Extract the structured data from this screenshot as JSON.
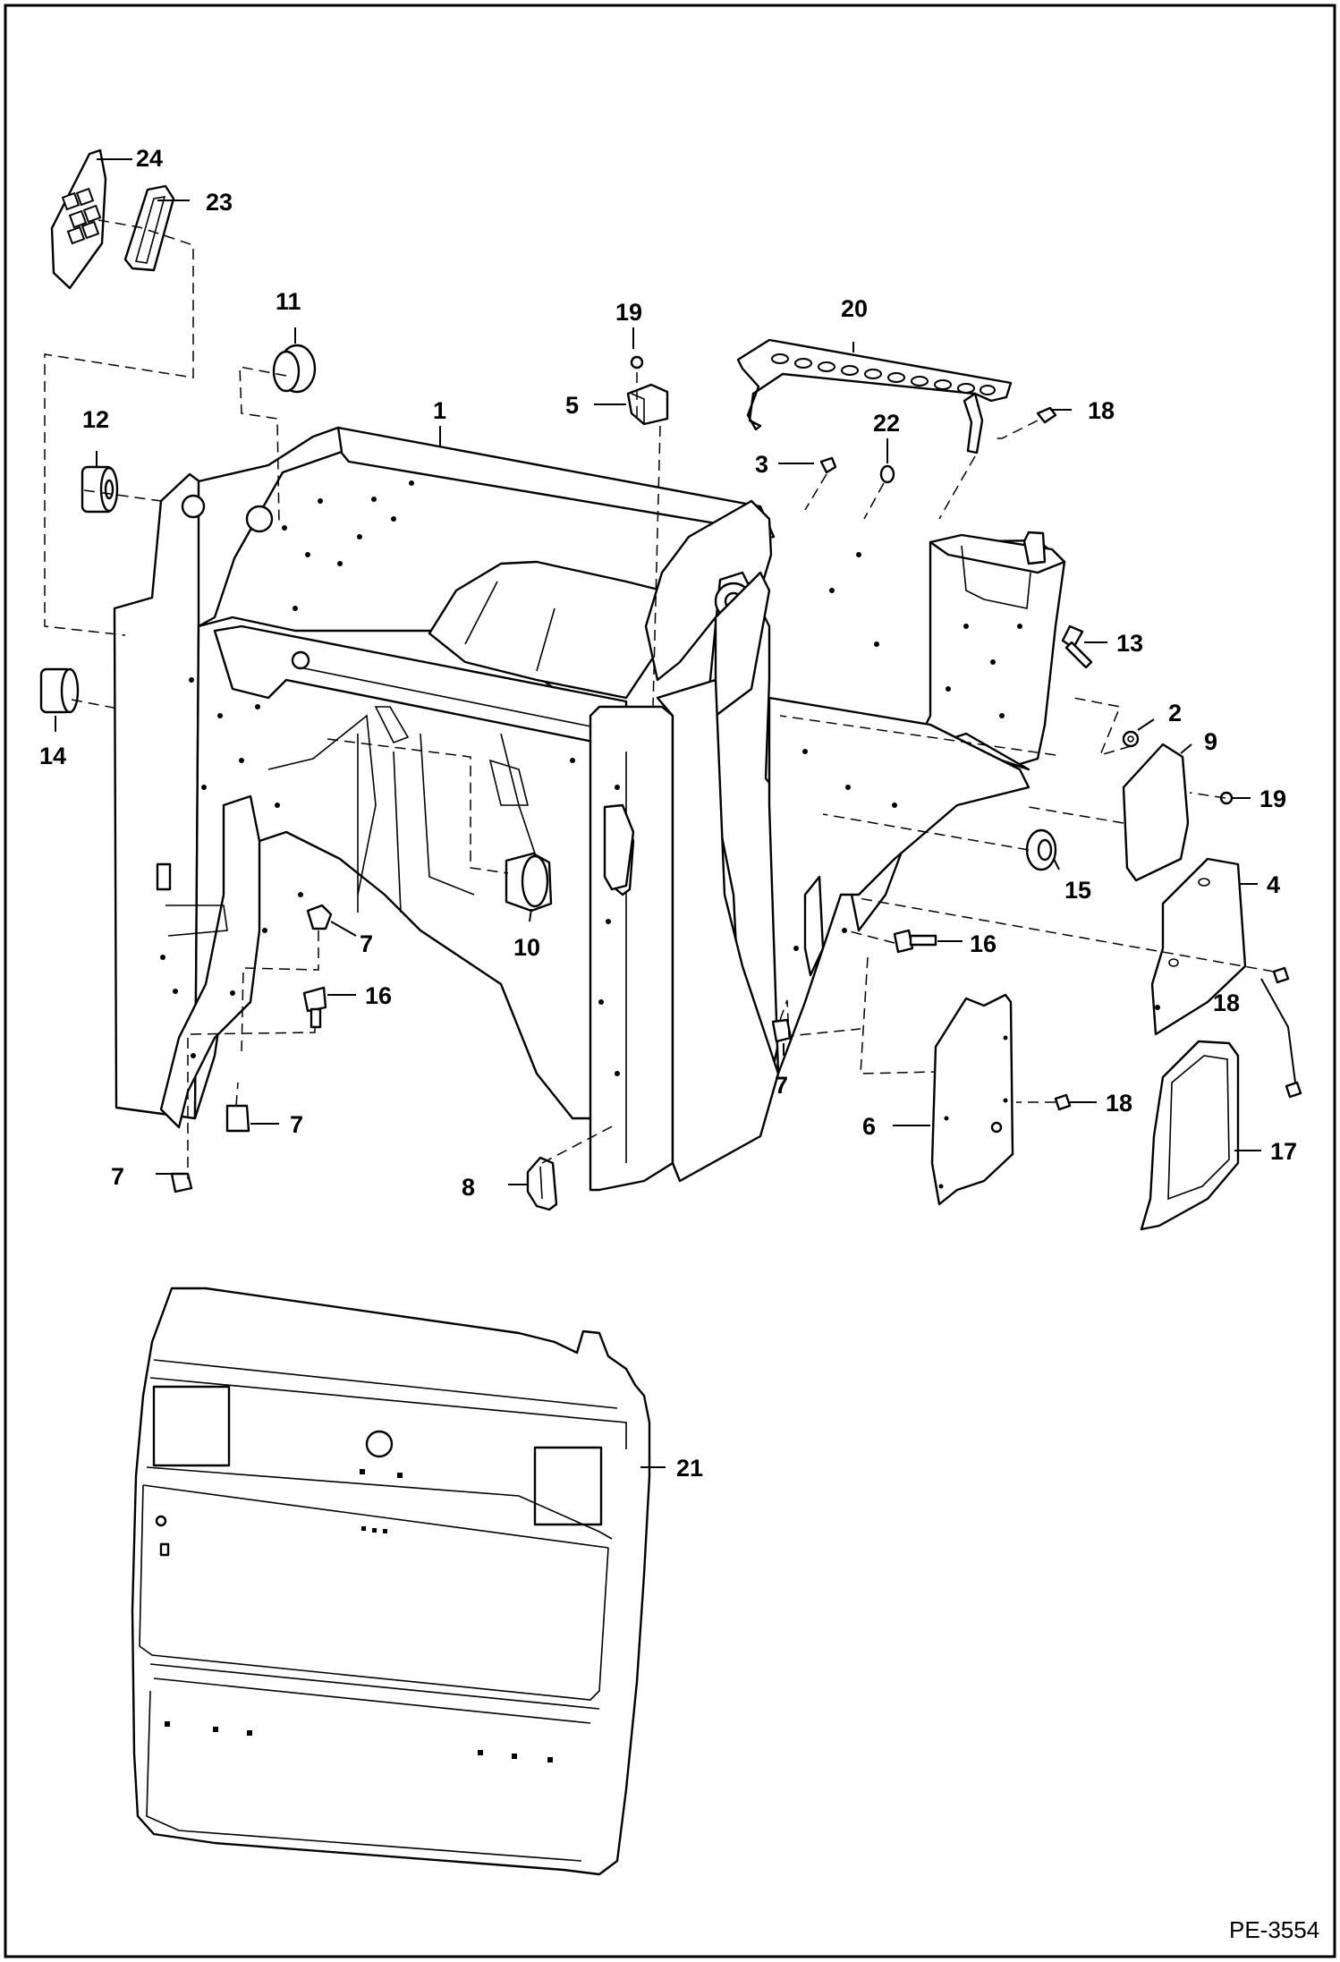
{
  "figure": {
    "reference": "PE-3554",
    "callouts": [
      {
        "id": "c1",
        "label": "1"
      },
      {
        "id": "c2",
        "label": "2"
      },
      {
        "id": "c3",
        "label": "3"
      },
      {
        "id": "c4",
        "label": "4"
      },
      {
        "id": "c5",
        "label": "5"
      },
      {
        "id": "c6",
        "label": "6"
      },
      {
        "id": "c7a",
        "label": "7"
      },
      {
        "id": "c7b",
        "label": "7"
      },
      {
        "id": "c7c",
        "label": "7"
      },
      {
        "id": "c7d",
        "label": "7"
      },
      {
        "id": "c8",
        "label": "8"
      },
      {
        "id": "c9",
        "label": "9"
      },
      {
        "id": "c10",
        "label": "10"
      },
      {
        "id": "c11",
        "label": "11"
      },
      {
        "id": "c12",
        "label": "12"
      },
      {
        "id": "c13",
        "label": "13"
      },
      {
        "id": "c14",
        "label": "14"
      },
      {
        "id": "c15",
        "label": "15"
      },
      {
        "id": "c16a",
        "label": "16"
      },
      {
        "id": "c16b",
        "label": "16"
      },
      {
        "id": "c17",
        "label": "17"
      },
      {
        "id": "c18a",
        "label": "18"
      },
      {
        "id": "c18b",
        "label": "18"
      },
      {
        "id": "c18c",
        "label": "18"
      },
      {
        "id": "c19a",
        "label": "19"
      },
      {
        "id": "c19b",
        "label": "19"
      },
      {
        "id": "c20",
        "label": "20"
      },
      {
        "id": "c21",
        "label": "21"
      },
      {
        "id": "c22",
        "label": "22"
      },
      {
        "id": "c23",
        "label": "23"
      },
      {
        "id": "c24",
        "label": "24"
      }
    ]
  }
}
